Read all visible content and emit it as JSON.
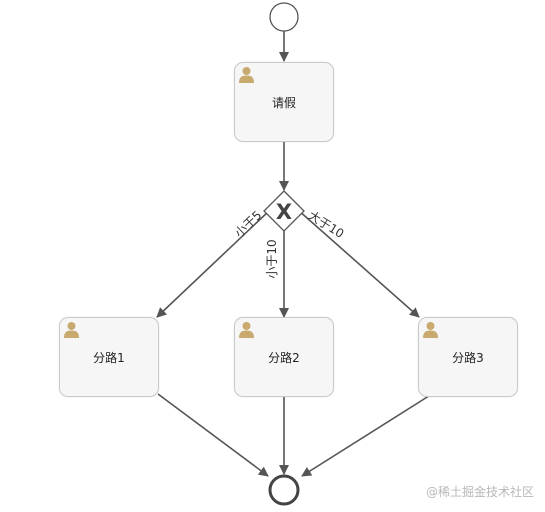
{
  "nodes": {
    "start": {},
    "leave_request": {
      "label": "请假"
    },
    "gateway": {
      "symbol": "X"
    },
    "branch1": {
      "label": "分路1"
    },
    "branch2": {
      "label": "分路2"
    },
    "branch3": {
      "label": "分路3"
    },
    "end": {}
  },
  "flows": {
    "to_branch1": {
      "label": "小于5"
    },
    "to_branch2": {
      "label": "小于10"
    },
    "to_branch3": {
      "label": "大于10"
    }
  },
  "watermark": "@稀土掘金技术社区",
  "colors": {
    "arrow": "#555555",
    "task_fill": "#f6f6f6",
    "task_border": "#c9c9c9",
    "user_icon": "#c8a96e",
    "end_event": "#444444"
  }
}
